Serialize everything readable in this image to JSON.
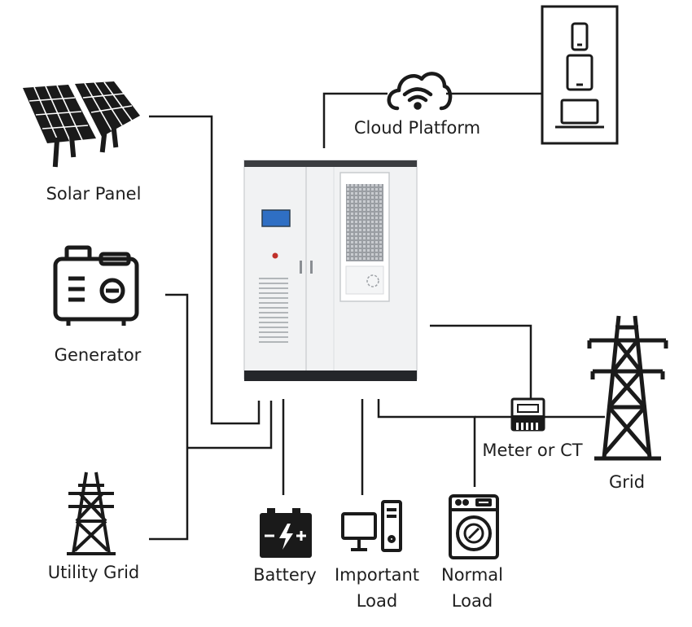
{
  "labels": {
    "solar_panel": "Solar Panel",
    "generator": "Generator",
    "utility_grid": "Utility Grid",
    "cloud_platform": "Cloud Platform",
    "grid": "Grid",
    "meter": "Meter or CT",
    "battery": "Battery",
    "important_load": "Important Load",
    "normal_load": "Normal Load"
  },
  "colors": {
    "line": "#1a1a1a",
    "cabinet": "#f1f2f3",
    "screen": "#2f6fc4",
    "indicator": "#c0302a"
  },
  "icons": {
    "solar_panel": "solar-panel-icon",
    "generator": "generator-icon",
    "utility_grid": "transmission-tower-icon",
    "cloud_platform": "cloud-wifi-icon",
    "devices": [
      "smartphone-icon",
      "tablet-icon",
      "laptop-icon"
    ],
    "grid": "transmission-tower-icon",
    "meter": "meter-icon",
    "battery": "battery-icon",
    "important_load": "computer-icon",
    "normal_load": "washing-machine-icon",
    "cabinet": "energy-storage-cabinet"
  }
}
